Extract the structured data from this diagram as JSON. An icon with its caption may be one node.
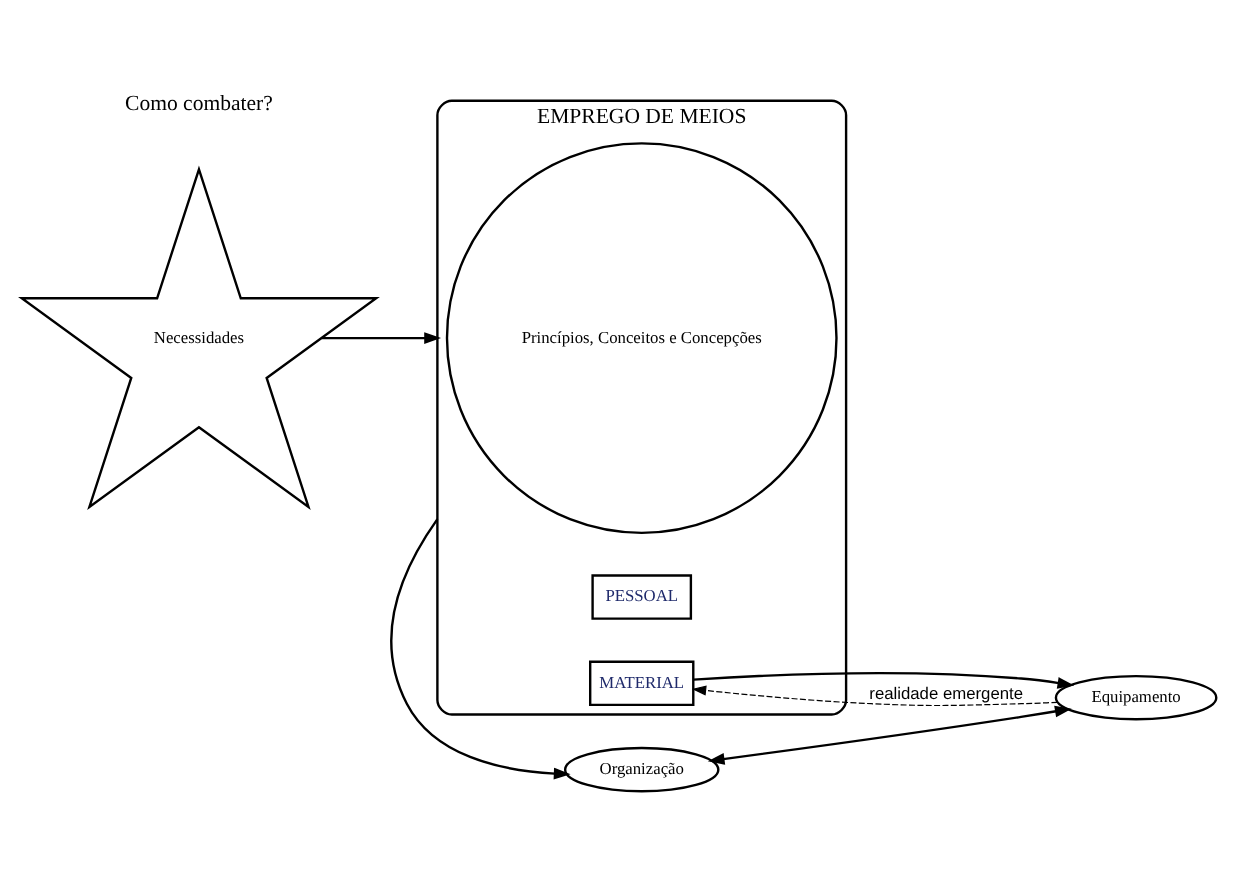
{
  "diagram": {
    "nodes": [
      {
        "text": [
          "Necessidades"
        ]
      },
      {
        "text": [
          "EMPREGO DE MEIOS"
        ]
      },
      {
        "text": [
          "Princípios, Conceitos e Concepções"
        ],
        "in": 1
      },
      {
        "text": [
          "PESSOAL"
        ],
        "in": 1
      },
      {
        "text": [
          "MATERIAL"
        ],
        "in": 1
      },
      {
        "text": [
          "Organização"
        ]
      },
      {
        "text": [
          "Equipamento"
        ]
      }
    ],
    "edges": [
      {
        "from": 0,
        "to": 1,
        "arrow": "to"
      },
      {
        "from": 1,
        "to": 5,
        "arrow": "to"
      },
      {
        "from": 4,
        "to": 6,
        "arrow": "to"
      },
      {
        "from": 5,
        "to": 6,
        "arrow": "both"
      },
      {
        "from": 6,
        "to": 4,
        "arrow": "to",
        "label": "realidade emergente",
        "style": "dashed"
      }
    ],
    "labels": [
      "Como combater?"
    ]
  }
}
